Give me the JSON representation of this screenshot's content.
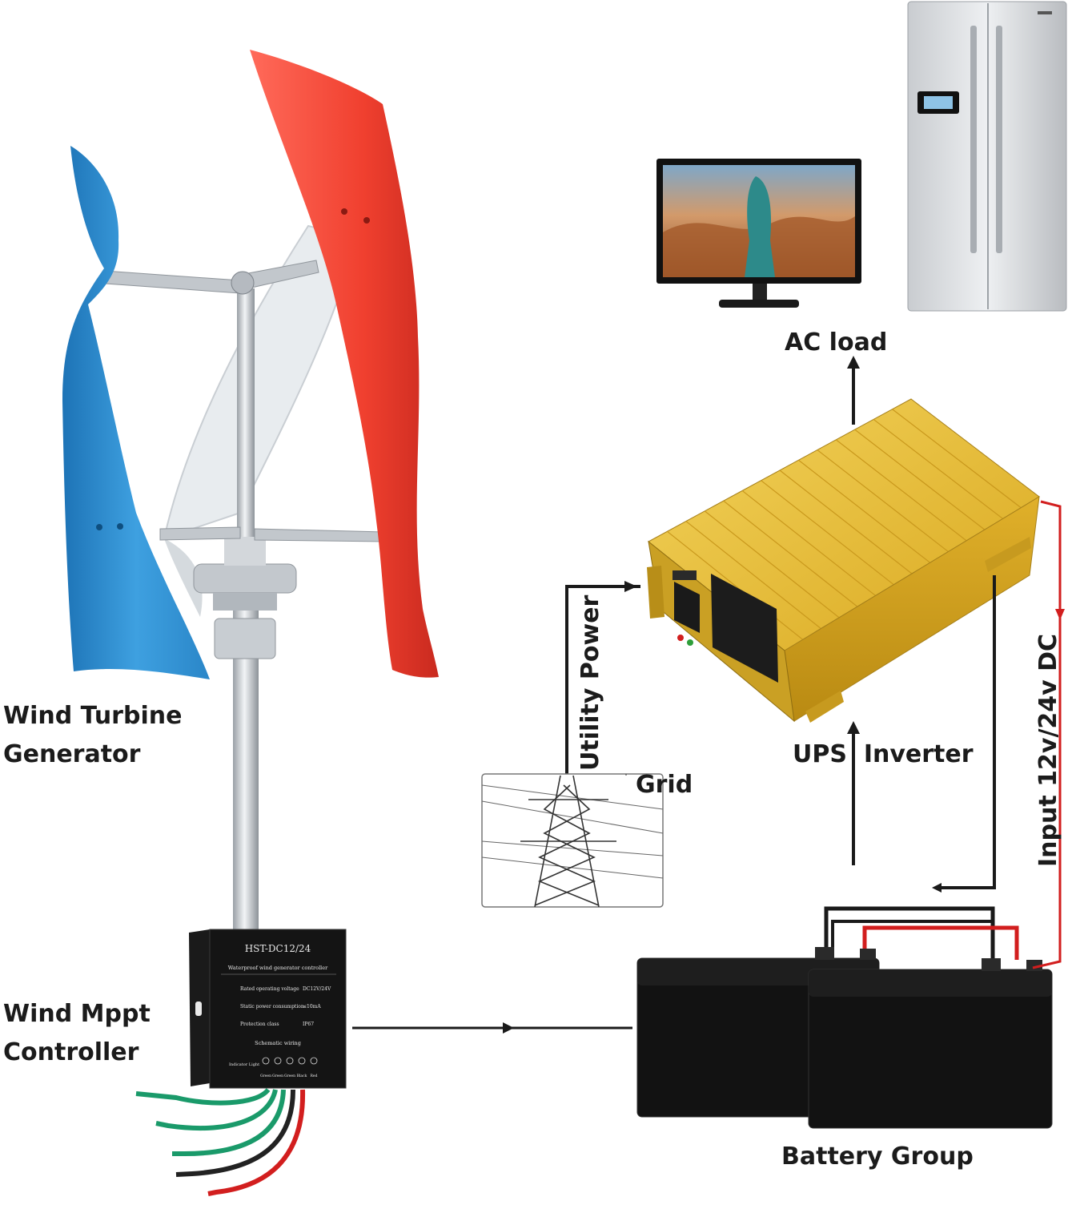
{
  "labels": {
    "wind_turbine": [
      "Wind Turbine",
      "Generator"
    ],
    "wind_controller": [
      "Wind Mppt",
      "Controller"
    ],
    "ac_load": "AC load",
    "utility_power": "Utility Power",
    "grid": "Grid",
    "ups_inverter": "UPS  Inverter",
    "input_dc": "Input 12v/24v DC",
    "battery_group": "Battery Group"
  },
  "controller_panel": {
    "model": "HST-DC12/24",
    "subtitle": "Waterproof wind generator controller",
    "rows": [
      {
        "name": "Rated operating voltage",
        "value": "DC12V/24V"
      },
      {
        "name": "Static power consumption",
        "value": "≤10mA"
      },
      {
        "name": "Protection class",
        "value": "IP67"
      }
    ],
    "wiring_title": "Schematic wiring",
    "indicator": "Indicator Light",
    "terminals": [
      "Green",
      "Green",
      "Green",
      "Black",
      "Red"
    ]
  },
  "colors": {
    "blade_blue": "#2f8fd0",
    "blade_red": "#f04a3a",
    "inverter_gold": "#e2b52c",
    "dc_positive_wire": "#d21e1e",
    "wire_black": "#1a1a1a"
  }
}
